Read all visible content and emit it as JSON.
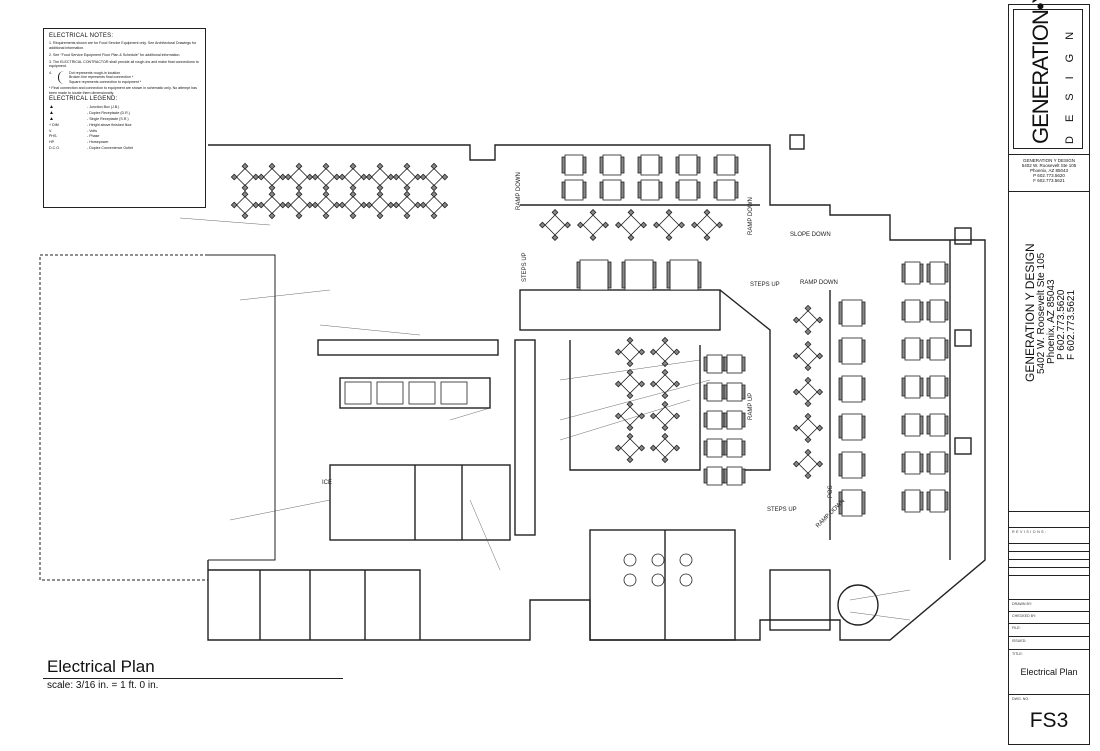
{
  "notes": {
    "title": "ELECTRICAL NOTES:",
    "items": [
      "1. Requirements shown are for Food Service Equipment only. See Architectural Drawings for additional information.",
      "2. See \"Food Service Equipment Floor Plan & Schedule\" for additional information.",
      "3. The ELECTRICAL CONTRACTOR shall provide all rough-ins and make final connections to equipment."
    ],
    "item4_label": "4.",
    "connections": [
      "Dot represents rough-in location",
      "Broken line represents final connection *",
      "Square represents connection to equipment *"
    ],
    "footnote": "* Final connection and connection to equipment are shown in schematic only. No attempt has been made to locate them dimensionally.",
    "legend_title": "ELECTRICAL LEGEND:",
    "legend": [
      {
        "symbol": "junction-box-icon",
        "key": "",
        "desc": "- Junction Box (J.B.)"
      },
      {
        "symbol": "duplex-receptacle-icon",
        "key": "",
        "desc": "- Duplex Receptacle (D.R.)"
      },
      {
        "symbol": "single-receptacle-icon",
        "key": "",
        "desc": "- Single Receptacle (S.R.)"
      },
      {
        "symbol": "",
        "key": "+ DIM",
        "desc": "- Height above finished floor"
      },
      {
        "symbol": "",
        "key": "V.",
        "desc": "- Volts"
      },
      {
        "symbol": "",
        "key": "PHS.",
        "desc": "- Phase"
      },
      {
        "symbol": "",
        "key": "HP.",
        "desc": "- Horsepower"
      },
      {
        "symbol": "",
        "key": "D.C.O.",
        "desc": "- Duplex Convenience Outlet"
      }
    ]
  },
  "plan_labels": {
    "ramp_down_1": "RAMP DOWN",
    "ramp_down_2": "RAMP DOWN",
    "slope_down": "SLOPE DOWN",
    "ramp_down_3": "RAMP DOWN",
    "steps_up_1": "STEPS UP",
    "steps_up_2": "STEPS UP",
    "ramp_up": "RAMP UP",
    "steps_up_3": "STEPS UP",
    "pos": "POS",
    "ramp_down_4": "RAMP DOWN",
    "ice": "ICE"
  },
  "sheet": {
    "title": "Electrical Plan",
    "scale": "scale: 3/16 in. = 1 ft. 0 in."
  },
  "title_block": {
    "logo_text": "GENERATION•Y",
    "logo_sub": "DESIGN",
    "logo_accent": "#d42027",
    "company_small": "GENERATION Y DESIGN",
    "address_small": "5402 W. Roosevelt Ste 105",
    "city_small": "Phoenix, AZ 85043",
    "phone_small": "P 602.773.5620",
    "fax_small": "F 602.773.5621",
    "company": "GENERATION Y DESIGN",
    "address": "5402 W. Roosevelt Ste 105",
    "city": "Phoenix, AZ 85043",
    "phone": "P 602.773.5620",
    "fax": "F 602.773.5621",
    "revisions_label": "REVISIONS:",
    "drawn_by_label": "DRAWN BY:",
    "checked_by_label": "CHECKED BY:",
    "file_label": "FILE:",
    "issued_label": "ISSUED:",
    "title_label": "TITLE:",
    "title_value": "Electrical Plan",
    "dwg_no_label": "DWG. NO.",
    "dwg_no": "FS3"
  }
}
